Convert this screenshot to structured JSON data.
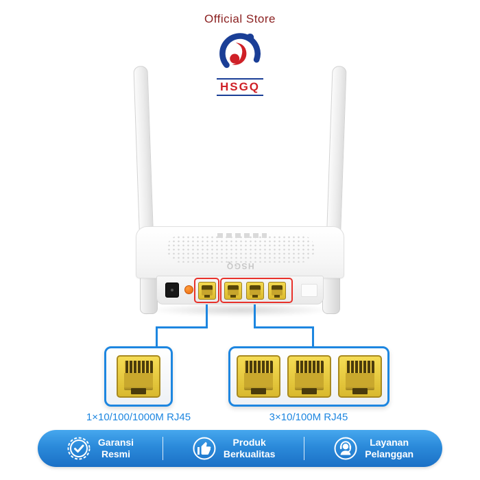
{
  "colors": {
    "accent_blue": "#1d86e0",
    "brand_red": "#cf2027",
    "brand_blue": "#1a3e96",
    "store_text_red": "#8b2121",
    "highlight_red": "#e8312a",
    "port_yellow": "#e9c83e",
    "banner_blue_top": "#46a7ee",
    "banner_blue_bottom": "#1b70c6"
  },
  "header": {
    "store_label": "Official Store",
    "brand": "HSGQ"
  },
  "device": {
    "embossed_brand": "HSGQ"
  },
  "callouts": {
    "single_port_label": "1×10/100/1000M RJ45",
    "triple_port_label": "3×10/100M RJ45"
  },
  "footer": {
    "badges": [
      {
        "icon": "verified-badge-icon",
        "line1": "Garansi",
        "line2": "Resmi"
      },
      {
        "icon": "thumbs-up-icon",
        "line1": "Produk",
        "line2": "Berkualitas"
      },
      {
        "icon": "customer-support-icon",
        "line1": "Layanan",
        "line2": "Pelanggan"
      }
    ]
  }
}
